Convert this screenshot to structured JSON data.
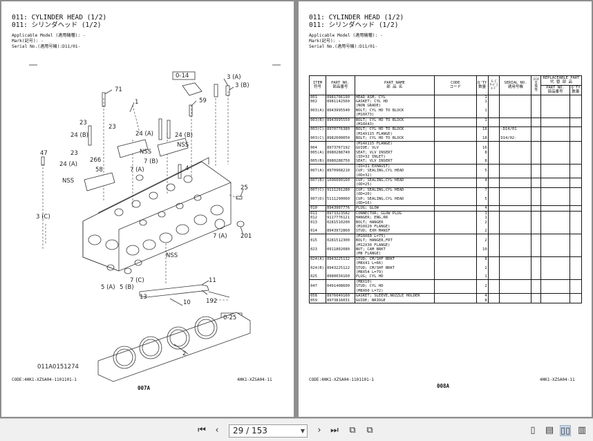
{
  "left_page": {
    "title_line1": "011: CYLINDER HEAD (1/2)",
    "title_line2": "011: シリンダヘッド (1/2)",
    "meta_line1": "Applicable Model (適用機種): -",
    "meta_line2": "Mark(記号): -",
    "meta_line3": "Serial No.(適用号機):D11/01-",
    "drawing_code": "011A0151274",
    "footer_code": "CODE:4HK1-XZSA04-1101101-1",
    "footer_model": "4HK1-XZSA04-11",
    "page_id": "007A",
    "callouts": {
      "c014": "0-14",
      "c3a": "3 (A)",
      "c3b": "3 (B)",
      "c71": "71",
      "c59": "59",
      "c1": "1",
      "c23a": "23",
      "c24b_a": "24 (B)",
      "c23b": "23",
      "c24a_a": "24 (A)",
      "c24b_b": "24 (B)",
      "cnss1": "NSS",
      "cnss2": "NSS",
      "c47": "47",
      "c23c": "23",
      "c24a_b": "24 (A)",
      "c266": "266",
      "c7b": "7 (B)",
      "c58": "58",
      "c7a_a": "7 (A)",
      "c4": "4",
      "cnss3": "NSS",
      "c25": "25",
      "c3c": "3 (C)",
      "c201": "201",
      "c7a_b": "7 (A)",
      "cnss4": "NSS",
      "c7c": "7 (C)",
      "c5a": "5 (A)",
      "c5b": "5 (B)",
      "c11": "11",
      "c13": "13",
      "c10": "10",
      "c192": "192",
      "c025": "0-25",
      "c2": "2"
    }
  },
  "right_page": {
    "title_line1": "011: CYLINDER HEAD (1/2)",
    "title_line2": "011: シリンダヘッド (1/2)",
    "meta_line1": "Applicable Model (適用機種): -",
    "meta_line2": "Mark(記号): -",
    "meta_line3": "Serial No.(適用号機):D11/01-",
    "footer_code": "CODE:4HK1-XZSA04-1101101-1",
    "footer_model": "4HK1-XZSA04-11",
    "page_id": "008A",
    "table_headers": {
      "item": "ITEM\n符号",
      "part": "PART NO.\n部品番号",
      "name": "PART NAME\n部 品 名",
      "code": "CODE\nコード",
      "qty": "Q'TY\n数量",
      "sc": "S.C\nｻｰﾋﾞｽ\nｺｰﾄﾞ",
      "serial": "SERIAL NO.\n適用号機",
      "ica": "ICA\n互\n換\n性",
      "replaceable": "REPLACEABLE PART\n代 替 部 品",
      "rp_part": "PART NO.\n部品番号",
      "rp_qty": "Q'TY\n数量"
    },
    "rows": [
      {
        "item": "001",
        "part": "8981706190",
        "name": "HEAD ASM; CYL",
        "qty": "1",
        "serial": "",
        "sep": true
      },
      {
        "item": "002",
        "part": "8981142560",
        "name": "GASKET; CYL HD",
        "qty": "1",
        "serial": "",
        "sep": false
      },
      {
        "item": "",
        "part": "",
        "name": "(NON GRADE)",
        "qty": "",
        "serial": "",
        "sep": false
      },
      {
        "item": "003(A)",
        "part": "8943995540",
        "name": "BOLT; CYL HD TO BLOCK",
        "qty": "1",
        "serial": "",
        "sep": false
      },
      {
        "item": "",
        "part": "",
        "name": "(M10X73)",
        "qty": "",
        "serial": "",
        "sep": false
      },
      {
        "item": "003(B)",
        "part": "8943995550",
        "name": "BOLT; CYL HD TO BLOCK",
        "qty": "1",
        "serial": "",
        "sep": true
      },
      {
        "item": "",
        "part": "",
        "name": "(M10X43)",
        "qty": "",
        "serial": "",
        "sep": false
      },
      {
        "item": "003(C)",
        "part": "8970776380",
        "name": "BOLT; CYL HD TO BLOCK",
        "qty": "18",
        "serial": "-D14/01",
        "sep": true
      },
      {
        "item": "",
        "part": "",
        "name": "(M14X115 FLANGE)",
        "qty": "",
        "serial": "",
        "sep": false
      },
      {
        "item": "003(C)",
        "part": "8982600050",
        "name": "BOLT; CYL HD TO BLOCK",
        "qty": "18",
        "serial": "D14/02-",
        "sep": false
      },
      {
        "item": "",
        "part": "",
        "name": "(M14X115 FLANGE)",
        "qty": "",
        "serial": "",
        "sep": true
      },
      {
        "item": "004",
        "part": "8973767192",
        "name": "GUIDE; VLV",
        "qty": "16",
        "serial": "",
        "sep": false
      },
      {
        "item": "005(A)",
        "part": "8980288740",
        "name": "SEAT; VLV INSERT",
        "qty": "8",
        "serial": "",
        "sep": false
      },
      {
        "item": "",
        "part": "",
        "name": "(ID=32 INLET)",
        "qty": "",
        "serial": "",
        "sep": false
      },
      {
        "item": "005(B)",
        "part": "8980288750",
        "name": "SEAT; VLV INSERT",
        "qty": "8",
        "serial": "",
        "sep": false
      },
      {
        "item": "",
        "part": "",
        "name": "(ID=31 EXHAUST)",
        "qty": "",
        "serial": "",
        "sep": true
      },
      {
        "item": "007(A)",
        "part": "8970968210",
        "name": "CUP; SEALING,CYL HEAD",
        "qty": "5",
        "serial": "",
        "sep": false
      },
      {
        "item": "",
        "part": "",
        "name": "(OD=32)",
        "qty": "",
        "serial": "",
        "sep": false
      },
      {
        "item": "007(B)",
        "part": "1096000160",
        "name": "CUP; SEALING,CYL HEAD",
        "qty": "4",
        "serial": "",
        "sep": true
      },
      {
        "item": "",
        "part": "",
        "name": "(OD=25)",
        "qty": "",
        "serial": "",
        "sep": false
      },
      {
        "item": "007(C)",
        "part": "9111291280",
        "name": "CUP; SEALING,CYL HEAD",
        "qty": "7",
        "serial": "",
        "sep": true
      },
      {
        "item": "",
        "part": "",
        "name": "(OD=20)",
        "qty": "",
        "serial": "",
        "sep": false
      },
      {
        "item": "007(D)",
        "part": "5111290060",
        "name": "CUP; SEALING,CYL HEAD",
        "qty": "5",
        "serial": "",
        "sep": false
      },
      {
        "item": "",
        "part": "",
        "name": "(OD=16)",
        "qty": "",
        "serial": "",
        "sep": false
      },
      {
        "item": "010",
        "part": "8943907776",
        "name": "PLUG; GLOW",
        "qty": "4",
        "serial": "",
        "sep": true
      },
      {
        "item": "011",
        "part": "8973323582",
        "name": "CONNECTOR; GLOW PLUG",
        "qty": "1",
        "serial": "",
        "sep": true
      },
      {
        "item": "012",
        "part": "9117776121",
        "name": "HANGER; ENG,RR",
        "qty": "1",
        "serial": "",
        "sep": false
      },
      {
        "item": "013",
        "part": "0281510200",
        "name": "BOLT; HANGER",
        "qty": "2",
        "serial": "",
        "sep": false
      },
      {
        "item": "",
        "part": "",
        "name": "(M10X20 FLANGE)",
        "qty": "",
        "serial": "",
        "sep": false
      },
      {
        "item": "014",
        "part": "8943972860",
        "name": "STUD; EXH MANIF",
        "qty": "2",
        "serial": "",
        "sep": false
      },
      {
        "item": "",
        "part": "",
        "name": "(M10X60 L=75)",
        "qty": "",
        "serial": "",
        "sep": true
      },
      {
        "item": "015",
        "part": "0281512300",
        "name": "BOLT; HANGER,FRT",
        "qty": "2",
        "serial": "",
        "sep": false
      },
      {
        "item": "",
        "part": "",
        "name": "(M12X30 FLANGE)",
        "qty": "",
        "serial": "",
        "sep": false
      },
      {
        "item": "023",
        "part": "0911802080",
        "name": "NUT; CAM BRKT",
        "qty": "10",
        "serial": "",
        "sep": false
      },
      {
        "item": "",
        "part": "",
        "name": "(M8 FLANGE)",
        "qty": "",
        "serial": "",
        "sep": false
      },
      {
        "item": "024(A)",
        "part": "8943225132",
        "name": "STUD; CM/SHF BRKT",
        "qty": "8",
        "serial": "",
        "sep": true
      },
      {
        "item": "",
        "part": "",
        "name": "(M8X41 L=66)",
        "qty": "",
        "serial": "",
        "sep": false
      },
      {
        "item": "024(B)",
        "part": "8943225122",
        "name": "STUD; CM/SHF BRKT",
        "qty": "2",
        "serial": "",
        "sep": false
      },
      {
        "item": "",
        "part": "",
        "name": "(M8X54 L=79)",
        "qty": "",
        "serial": "",
        "sep": false
      },
      {
        "item": "025",
        "part": "8980034160",
        "name": "PLUG; CYL HD",
        "qty": "1",
        "serial": "",
        "sep": false
      },
      {
        "item": "",
        "part": "",
        "name": "(M8X10)",
        "qty": "",
        "serial": "",
        "sep": true
      },
      {
        "item": "047",
        "part": "0491408600",
        "name": "STUD; CYL HD",
        "qty": "2",
        "serial": "",
        "sep": false
      },
      {
        "item": "",
        "part": "",
        "name": "(M8X60 L=72)",
        "qty": "",
        "serial": "",
        "sep": false
      },
      {
        "item": "058",
        "part": "8976049160",
        "name": "GASKET; SLEEVE,NOZZLE HOLDER",
        "qty": "4",
        "serial": "",
        "sep": true
      },
      {
        "item": "059",
        "part": "8973816031",
        "name": "GUIDE; BRIDGE",
        "qty": "8",
        "serial": "",
        "sep": false
      }
    ]
  },
  "toolbar": {
    "page_current": "29",
    "page_total": "153",
    "page_indicator": "29 / 153"
  }
}
